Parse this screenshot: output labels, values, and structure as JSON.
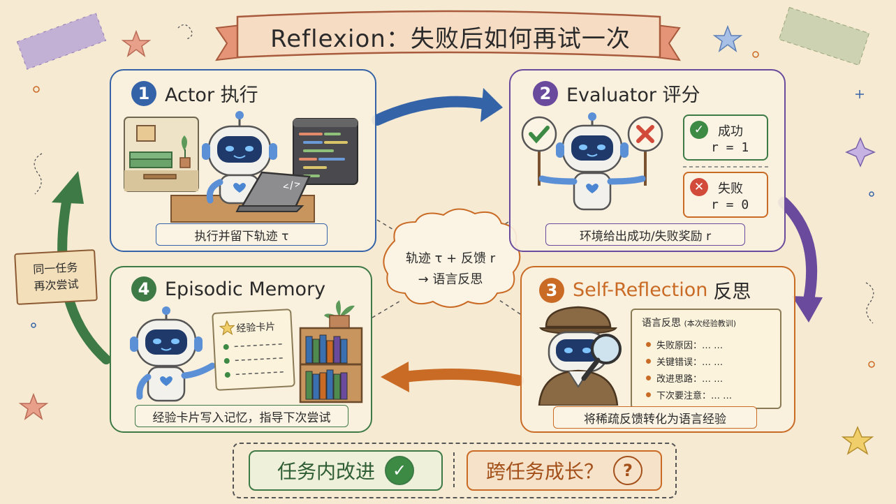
{
  "title": "Reflexion：失败后如何再试一次",
  "colors": {
    "blue": "#3563a8",
    "purple": "#6a4a9c",
    "orange": "#c96a25",
    "green": "#3d7a45"
  },
  "panels": {
    "actor": {
      "number": "1",
      "title": "Actor 执行",
      "caption": "执行并留下轨迹 τ",
      "laptop_icon": "</>"
    },
    "evaluator": {
      "number": "2",
      "title": "Evaluator 评分",
      "caption": "环境给出成功/失败奖励 r",
      "success_label": "成功",
      "success_value": "r = 1",
      "fail_label": "失败",
      "fail_value": "r = 0"
    },
    "reflection": {
      "number": "3",
      "title": "Self-Reflection",
      "title_suffix": "反思",
      "caption": "将稀疏反馈转化为语言经验",
      "notes_title": "语言反思",
      "notes_subtitle": "(本次经验教训)",
      "notes": [
        "失败原因：… …",
        "关键错误：… …",
        "改进思路：… …",
        "下次要注意：… …"
      ]
    },
    "memory": {
      "number": "4",
      "title": "Episodic Memory",
      "caption": "经验卡片写入记忆，指导下次尝试",
      "card_title": "经验卡片"
    }
  },
  "center_cloud": {
    "line1": "轨迹 τ + 反馈 r",
    "line2": "→ 语言反思"
  },
  "side_note": {
    "line1": "同一任务",
    "line2": "再次尝试"
  },
  "bottom": {
    "left": "任务内改进",
    "right": "跨任务成长？",
    "left_icon": "✓",
    "right_icon": "?"
  }
}
